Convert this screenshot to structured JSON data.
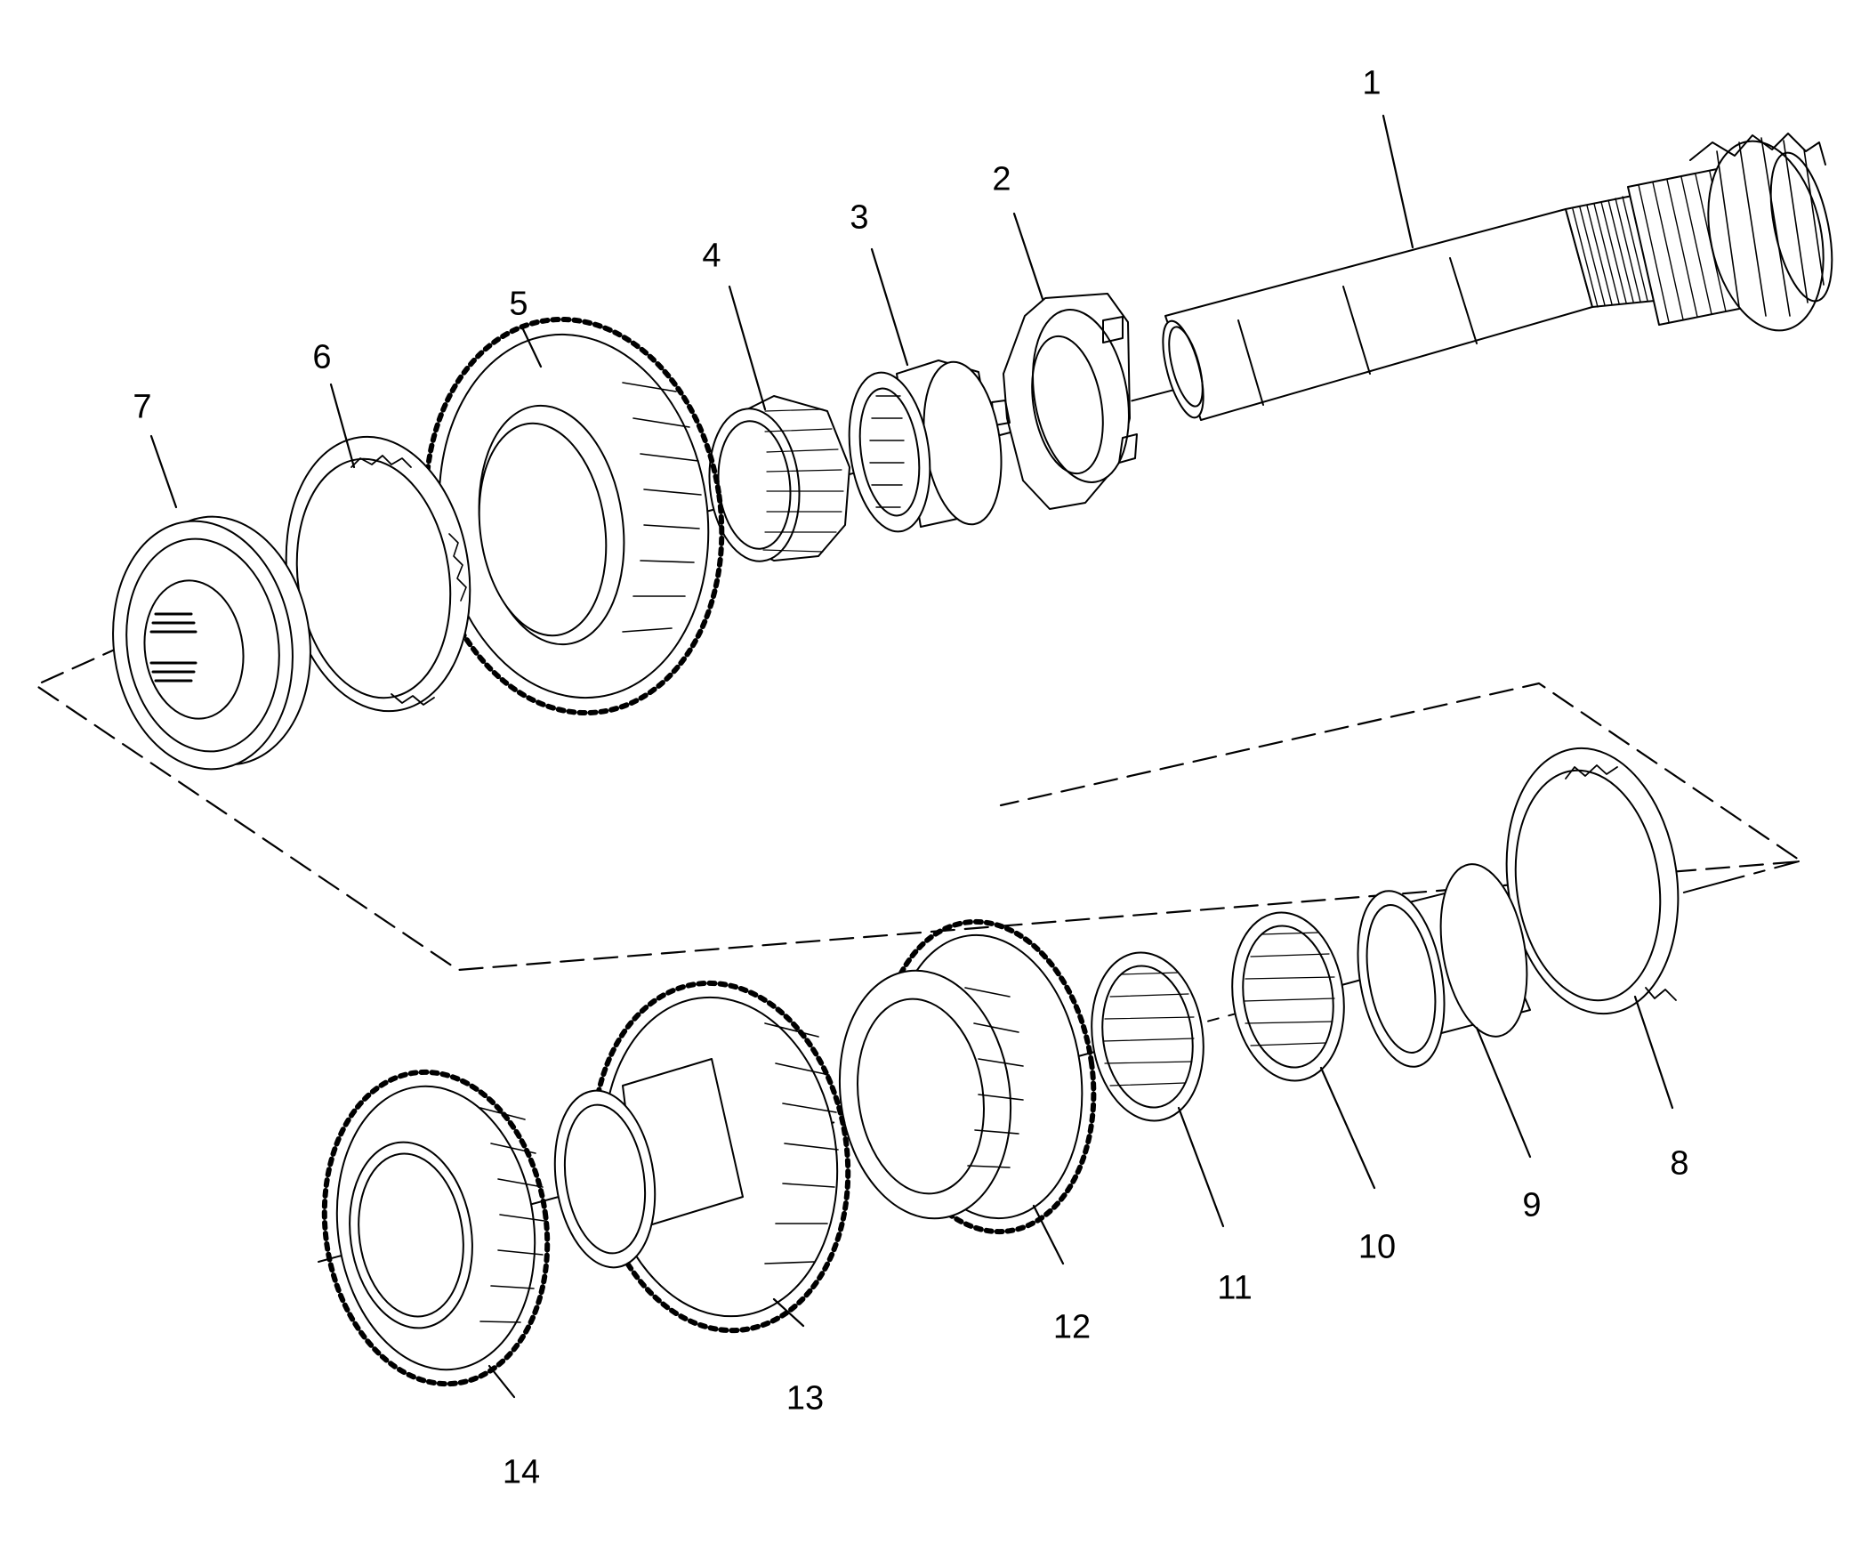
{
  "diagram": {
    "labels": [
      "1",
      "2",
      "3",
      "4",
      "5",
      "6",
      "7",
      "8",
      "9",
      "10",
      "11",
      "12",
      "13",
      "14"
    ]
  },
  "parts": [
    {
      "num": "1",
      "kind": "shaft-with-pinion-gear"
    },
    {
      "num": "2",
      "kind": "notched-thrust-washer"
    },
    {
      "num": "3",
      "kind": "splined-sleeve"
    },
    {
      "num": "4",
      "kind": "needle-bearing"
    },
    {
      "num": "5",
      "kind": "helical-gear-with-clutch-teeth"
    },
    {
      "num": "6",
      "kind": "synchronizer-blocker-ring"
    },
    {
      "num": "7",
      "kind": "synchronizer-hub-and-sleeve"
    },
    {
      "num": "8",
      "kind": "synchronizer-blocker-ring"
    },
    {
      "num": "9",
      "kind": "bushing"
    },
    {
      "num": "10",
      "kind": "needle-bearing"
    },
    {
      "num": "11",
      "kind": "needle-bearing"
    },
    {
      "num": "12",
      "kind": "helical-gear-with-clutch-teeth"
    },
    {
      "num": "13",
      "kind": "helical-gear-with-hub"
    },
    {
      "num": "14",
      "kind": "helical-gear"
    }
  ],
  "colors": {
    "ink": "#000000",
    "paper": "#ffffff"
  }
}
